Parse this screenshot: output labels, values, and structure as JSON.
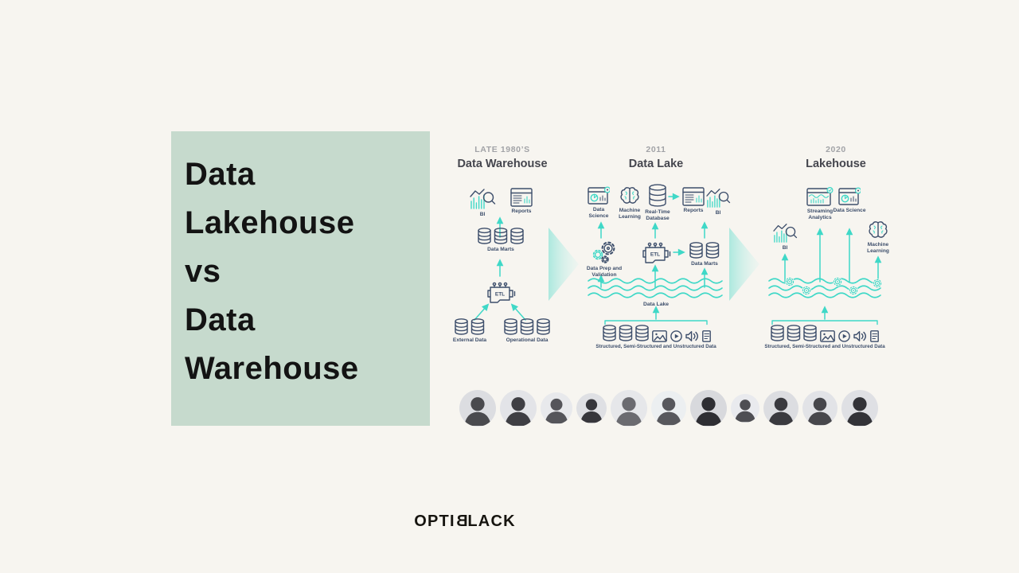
{
  "colors": {
    "background": "#f7f5f0",
    "panel_green": "#c6dacd",
    "ink": "#131313",
    "navy": "#3d4e6b",
    "teal": "#3fd8c7",
    "muted_gray": "#a2a3a7",
    "era_title": "#45464e"
  },
  "title_panel": {
    "lines": [
      "Data",
      "Lakehouse",
      "vs",
      "Data",
      "Warehouse"
    ]
  },
  "eras": [
    {
      "period": "LATE 1980’S",
      "name": "Data Warehouse",
      "labels": {
        "bi": "BI",
        "reports": "Reports",
        "data_marts": "Data Marts",
        "etl": "ETL",
        "external_data": "External Data",
        "operational_data": "Operational Data"
      }
    },
    {
      "period": "2011",
      "name": "Data Lake",
      "labels": {
        "data_science": "Data Science",
        "machine_learning": "Machine Learning",
        "realtime_database": "Real-Time Database",
        "reports": "Reports",
        "bi": "BI",
        "data_prep": "Data Prep and Validation",
        "etl": "ETL",
        "data_marts": "Data Marts",
        "data_lake": "Data Lake",
        "sources": "Structured, Semi-Structured and Unstructured Data"
      }
    },
    {
      "period": "2020",
      "name": "Lakehouse",
      "labels": {
        "streaming_analytics": "Streaming Analytics",
        "data_science": "Data Science",
        "bi": "BI",
        "machine_learning": "Machine Learning",
        "sources": "Structured, Semi-Structured and Unstructured Data"
      }
    }
  ],
  "avatars": [
    {
      "size": 46,
      "fg": "#4a4a4e",
      "bg": "#dcdde1"
    },
    {
      "size": 46,
      "fg": "#3f3f44",
      "bg": "#e3e4e8"
    },
    {
      "size": 40,
      "fg": "#55555a",
      "bg": "#e8e9ec"
    },
    {
      "size": 38,
      "fg": "#37373c",
      "bg": "#dfe0e4"
    },
    {
      "size": 46,
      "fg": "#6b6b70",
      "bg": "#e6e7ea"
    },
    {
      "size": 44,
      "fg": "#58585d",
      "bg": "#eceff1"
    },
    {
      "size": 46,
      "fg": "#2e2e33",
      "bg": "#d8d9dd"
    },
    {
      "size": 36,
      "fg": "#4e4e53",
      "bg": "#e9eaee"
    },
    {
      "size": 44,
      "fg": "#3a3a3f",
      "bg": "#dcdde1"
    },
    {
      "size": 44,
      "fg": "#47474c",
      "bg": "#e2e3e7"
    },
    {
      "size": 46,
      "fg": "#333338",
      "bg": "#dfe0e4"
    }
  ],
  "logo": {
    "pre": "OPTI",
    "b": "B",
    "post": "LACK"
  }
}
